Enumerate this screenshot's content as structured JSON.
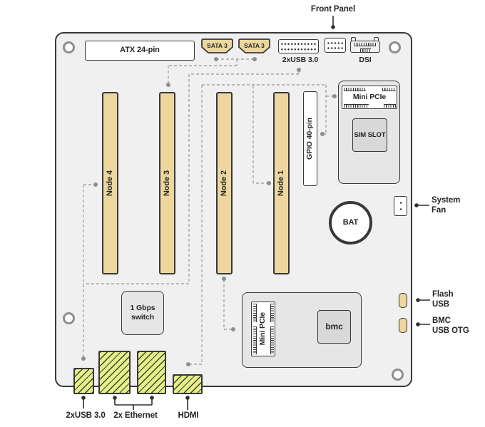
{
  "colors": {
    "board_fill": "#f0f0f0",
    "outline": "#383838",
    "connector_tan": "#edd79f",
    "port_green": "#e5f088",
    "module_gray": "#e6e6e6",
    "chip_gray": "#d8d8d8",
    "dash_gray": "#a6a6a6",
    "dot_gray": "#8e8e8e",
    "text_dark": "#262626"
  },
  "labels": {
    "front_panel": "Front Panel",
    "atx": "ATX 24-pin",
    "sata_1": "SATA 3",
    "sata_2": "SATA 3",
    "usb30_header": "2xUSB 3.0",
    "dsi": "DSI",
    "gpio": "GPIO 40-pin",
    "mini_pcie_top": "Mini PCIe",
    "sim_slot": "SIM SLOT",
    "bat": "BAT",
    "switch_line1": "1 Gbps",
    "switch_line2": "switch",
    "mini_pcie_bottom": "Mini PCIe",
    "bmc_chip": "bmc",
    "system_fan_line1": "System",
    "system_fan_line2": "Fan",
    "flash_usb_line1": "Flash",
    "flash_usb_line2": "USB",
    "bmc_otg_line1": "BMC",
    "bmc_otg_line2": "USB OTG",
    "usb30_bottom": "2xUSB 3.0",
    "ethernet": "2x Ethernet",
    "hdmi": "HDMI"
  },
  "nodes": [
    {
      "label": "Node 4"
    },
    {
      "label": "Node 3"
    },
    {
      "label": "Node 2"
    },
    {
      "label": "Node 1"
    }
  ]
}
